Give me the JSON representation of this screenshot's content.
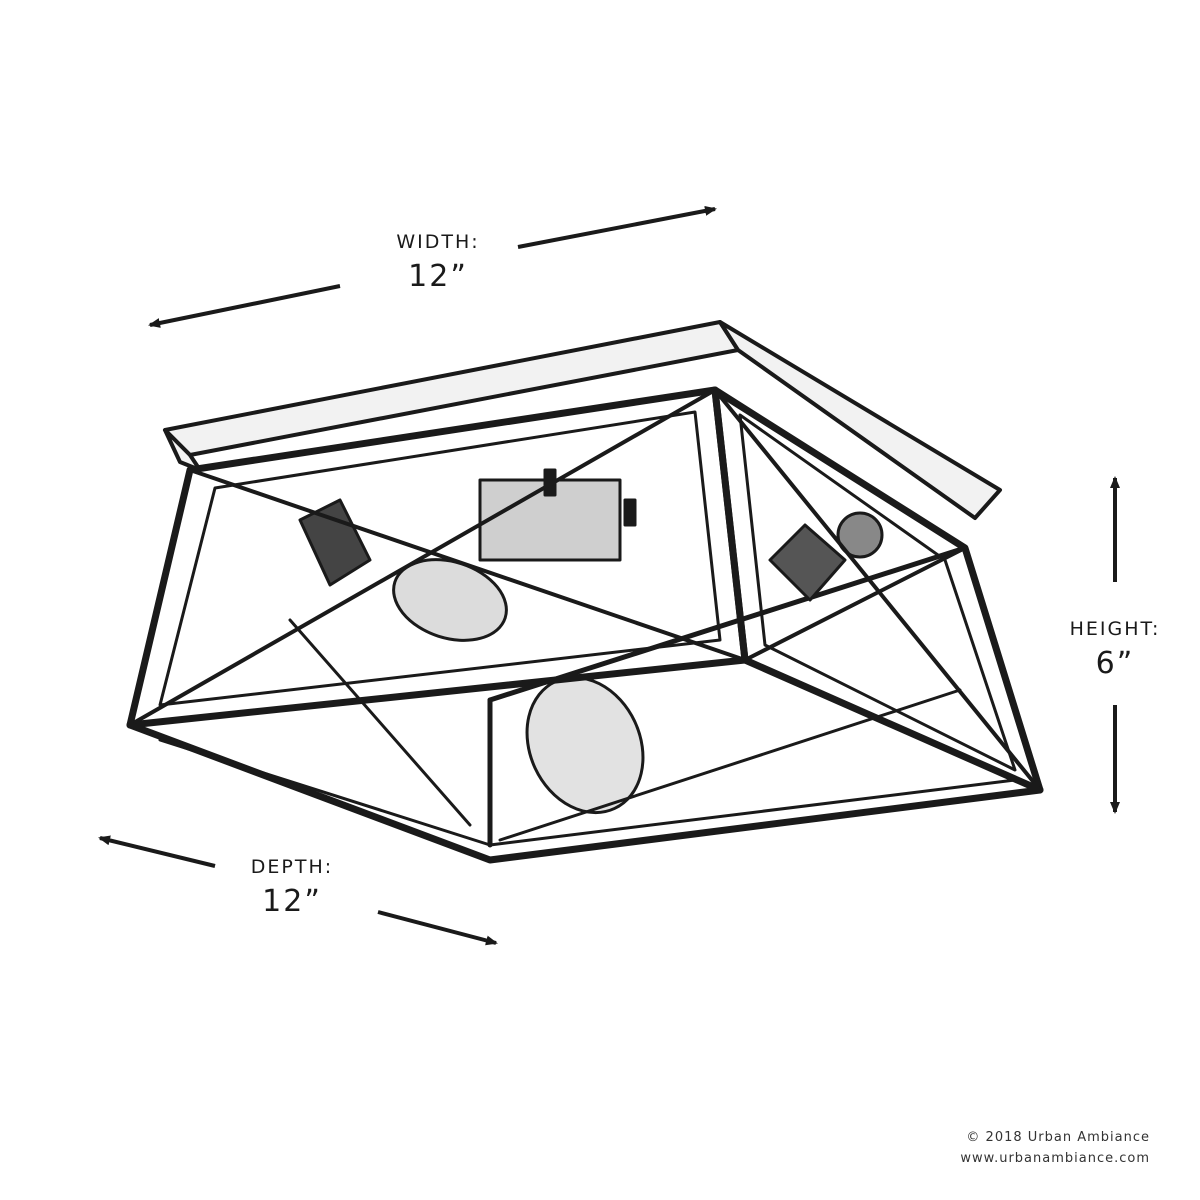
{
  "dimensions": {
    "width": {
      "label": "WIDTH:",
      "value": "12”"
    },
    "depth": {
      "label": "DEPTH:",
      "value": "12”"
    },
    "height": {
      "label": "HEIGHT:",
      "value": "6”"
    }
  },
  "footer": {
    "copyright": "© 2018 Urban Ambiance",
    "website": "www.urbanambiance.com"
  },
  "colors": {
    "ink": "#1a1a1a",
    "background": "#ffffff"
  }
}
